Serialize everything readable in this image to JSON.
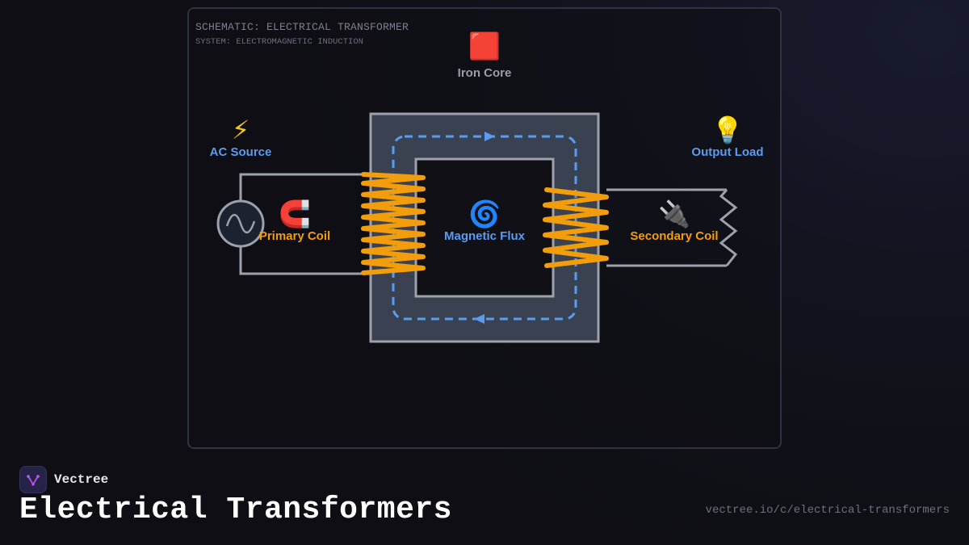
{
  "schematic": {
    "title": "SCHEMATIC: ELECTRICAL TRANSFORMER",
    "subtitle": "SYSTEM: ELECTROMAGNETIC INDUCTION"
  },
  "nodes": {
    "iron_core": {
      "icon": "🟥",
      "icon_name": "red-square-icon",
      "label": "Iron Core"
    },
    "ac_source": {
      "icon": "⚡",
      "icon_name": "lightning-icon",
      "label": "AC Source"
    },
    "output_load": {
      "icon": "💡",
      "icon_name": "light-bulb-icon",
      "label": "Output Load"
    },
    "primary_coil": {
      "icon": "🧲",
      "icon_name": "magnet-icon",
      "label": "Primary Coil"
    },
    "magnetic_flux": {
      "icon": "🌀",
      "icon_name": "cyclone-icon",
      "label": "Magnetic Flux"
    },
    "secondary_coil": {
      "icon": "🔌",
      "icon_name": "plug-icon",
      "label": "Secondary Coil"
    }
  },
  "colors": {
    "label_blue": "#5a9cf0",
    "label_orange": "#f29e0c",
    "coil": "#f29e0c",
    "wire": "#9ca1ab",
    "core_fill": "#3a4252",
    "flux_line": "#5a9cf0"
  },
  "brand": {
    "name": "Vectree"
  },
  "footer": {
    "title": "Electrical Transformers",
    "url": "vectree.io/c/electrical-transformers"
  }
}
